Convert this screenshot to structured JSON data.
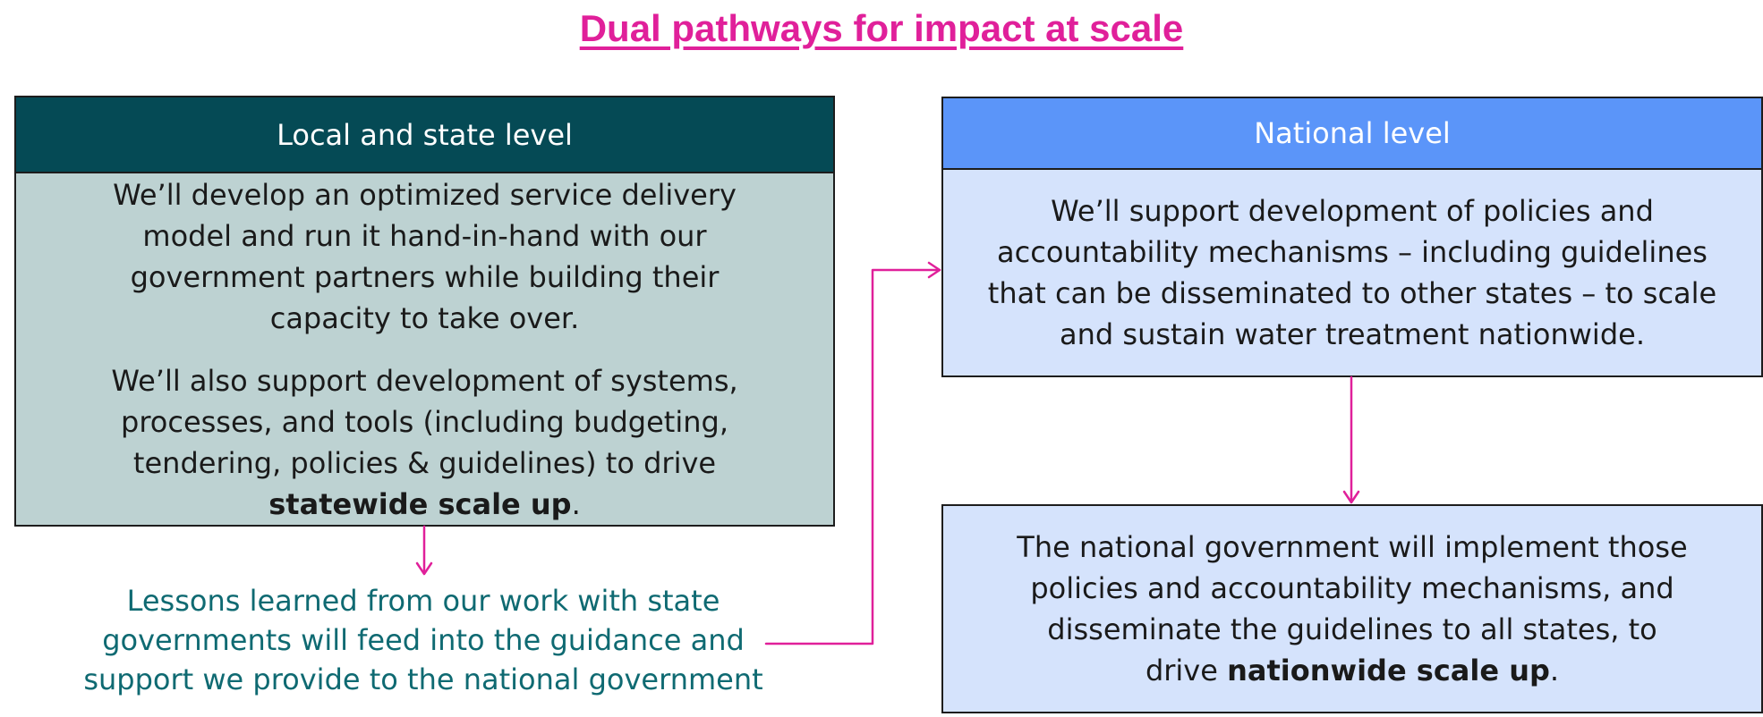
{
  "title": "Dual pathways for impact at scale",
  "colors": {
    "title": "#e0209a",
    "arrow": "#e0209a",
    "local_header": "#054a55",
    "local_body": "#bdd2d2",
    "national_header": "#5b95f9",
    "national_body": "#d5e3fc",
    "lessons_text": "#0f6a72"
  },
  "local": {
    "header": "Local and state level",
    "para1": "We’ll develop an optimized service delivery model and run it hand-in-hand with our government partners while building their capacity to take over.",
    "para2_lead": "We’ll also support development of systems, processes, and tools (including budgeting, tendering, policies & guidelines) to drive",
    "para2_bold": "statewide scale up",
    "para2_end": "."
  },
  "national": {
    "header": "National level",
    "body": "We’ll support development of policies and accountability mechanisms – including guidelines that can be disseminated to other states – to scale and sustain water treatment nationwide."
  },
  "outcome": {
    "lead": "The national government will implement those policies and accountability mechanisms, and disseminate the guidelines to all states, to drive",
    "bold": "nationwide scale up",
    "end": "."
  },
  "lessons": "Lessons learned from our work with state governments will feed into the guidance and support we provide to the national government"
}
